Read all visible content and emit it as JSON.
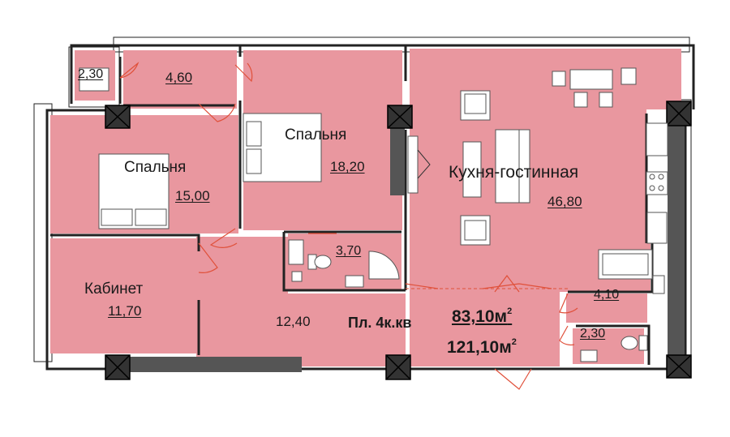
{
  "plan": {
    "apartment_label": "Пл. 4к.кв",
    "living_area": "83,10м",
    "total_area": "121,10м",
    "area_unit_power": "2"
  },
  "rooms": {
    "balcony": {
      "area": "2,30"
    },
    "hall_top": {
      "area": "4,60"
    },
    "bedroom_left": {
      "name": "Спальня",
      "area": "15,00"
    },
    "bedroom_top": {
      "name": "Спальня",
      "area": "18,20"
    },
    "kitchen_living": {
      "name": "Кухня-гостинная",
      "area": "46,80"
    },
    "bathroom_1": {
      "area": "3,70"
    },
    "bathroom_2": {
      "area": "4,10"
    },
    "wc": {
      "area": "2,30"
    },
    "office": {
      "name": "Кабинет",
      "area": "11,70"
    },
    "corridor": {
      "area": "12,40"
    }
  },
  "colors": {
    "floor": "#e9979f",
    "wall": "#ffffff",
    "wall_line": "#222222",
    "column": "#333333",
    "partition": "#555555",
    "door": "#e0503a"
  }
}
